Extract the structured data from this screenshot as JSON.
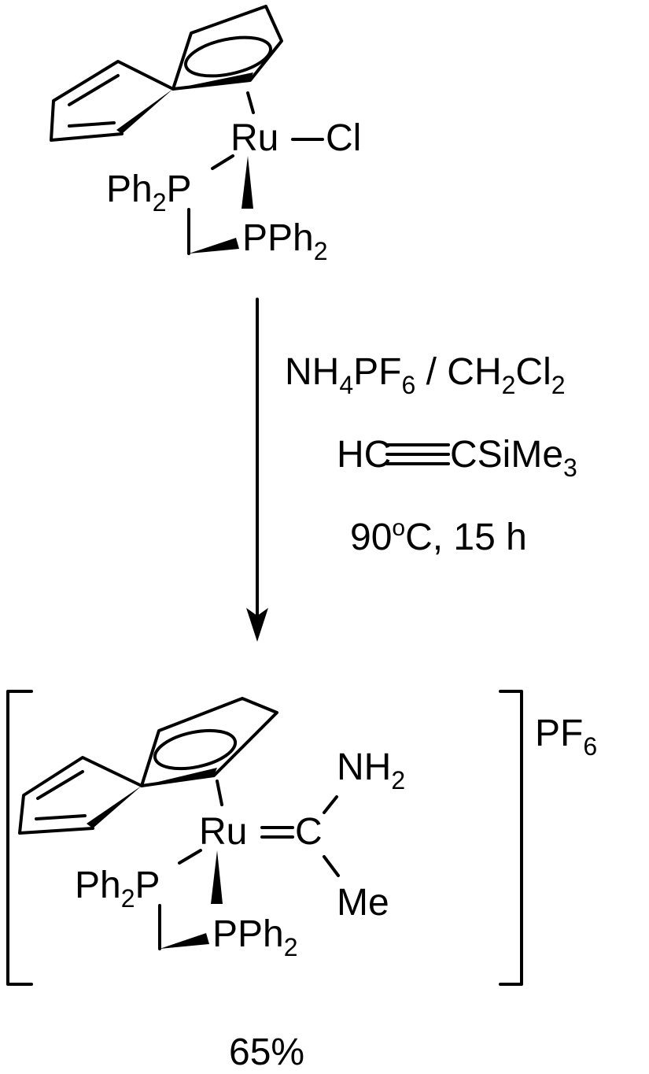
{
  "reactant": {
    "metal": "Ru",
    "chloride": "Cl",
    "phosphine_left": {
      "main": "Ph",
      "sub": "2",
      "tail": "P"
    },
    "phosphine_right": {
      "main": "PPh",
      "sub": "2"
    }
  },
  "conditions": {
    "line1": [
      {
        "t": "NH",
        "s": ""
      },
      {
        "t": "4",
        "s": "sub"
      },
      {
        "t": "PF",
        "s": ""
      },
      {
        "t": "6",
        "s": "sub"
      },
      {
        "t": " / CH",
        "s": ""
      },
      {
        "t": "2",
        "s": "sub"
      },
      {
        "t": "Cl",
        "s": ""
      },
      {
        "t": "2",
        "s": "sub"
      }
    ],
    "line2_left": "HC",
    "line2_right": "CSiMe",
    "line2_sub": "3",
    "line3_temp": "90",
    "line3_deg": "o",
    "line3_rest": "C, 15 h"
  },
  "product": {
    "metal": "Ru",
    "carbene_carbon": "C",
    "amine": {
      "main": "NH",
      "sub": "2"
    },
    "methyl": "Me",
    "phosphine_left": {
      "main": "Ph",
      "sub": "2",
      "tail": "P"
    },
    "phosphine_right": {
      "main": "PPh",
      "sub": "2"
    },
    "counterion": {
      "main": "PF",
      "sub": "6"
    }
  },
  "yield": "65%"
}
